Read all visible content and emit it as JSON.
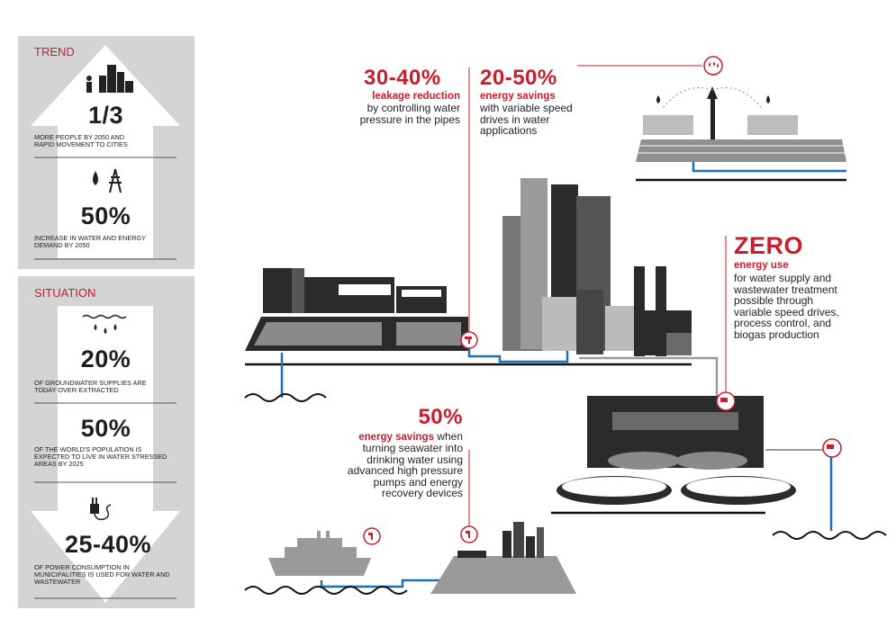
{
  "sidebar": {
    "trend": {
      "title": "TREND",
      "stat1_value": "1/3",
      "stat1_text": "MORE PEOPLE BY 2050 AND RAPID MOVEMENT TO CITIES",
      "stat2_value": "50%",
      "stat2_text": "INCREASE IN WATER AND ENERGY DEMAND BY 2050"
    },
    "situation": {
      "title": "SITUATION",
      "stat1_value": "20%",
      "stat1_text": "OF GROUNDWATER SUPPLIES ARE TODAY OVER-EXTRACTED",
      "stat2_value": "50%",
      "stat2_text": "OF THE WORLD'S POPULATION IS EXPECTED TO LIVE IN WATER STRESSED AREAS BY 2025",
      "stat3_value": "25-40%",
      "stat3_text": "OF POWER CONSUMPTION IN MUNICIPALITIES IS USED FOR WATER AND WASTEWATER"
    }
  },
  "callouts": {
    "leakage": {
      "value": "30-40%",
      "bold": "leakage reduction",
      "text": "by controlling water pressure in the pipes"
    },
    "vsd": {
      "value": "20-50%",
      "bold": "energy savings",
      "text": "with variable speed drives in water applications"
    },
    "zero": {
      "value": "ZERO",
      "bold": "energy use",
      "text": "for water supply and wastewater treatment possible through variable speed drives, process control, and biogas production"
    },
    "desal": {
      "value": "50%",
      "bold_lead": "energy savings",
      "text_lead": " when",
      "text": "turning seawater into drinking water using advanced high pressure pumps and energy recovery devices"
    }
  },
  "colors": {
    "accent": "#c81e2d",
    "pipe": "#1f6fb4",
    "panel": "#d4d4d5",
    "dark": "#2b2b2b"
  }
}
